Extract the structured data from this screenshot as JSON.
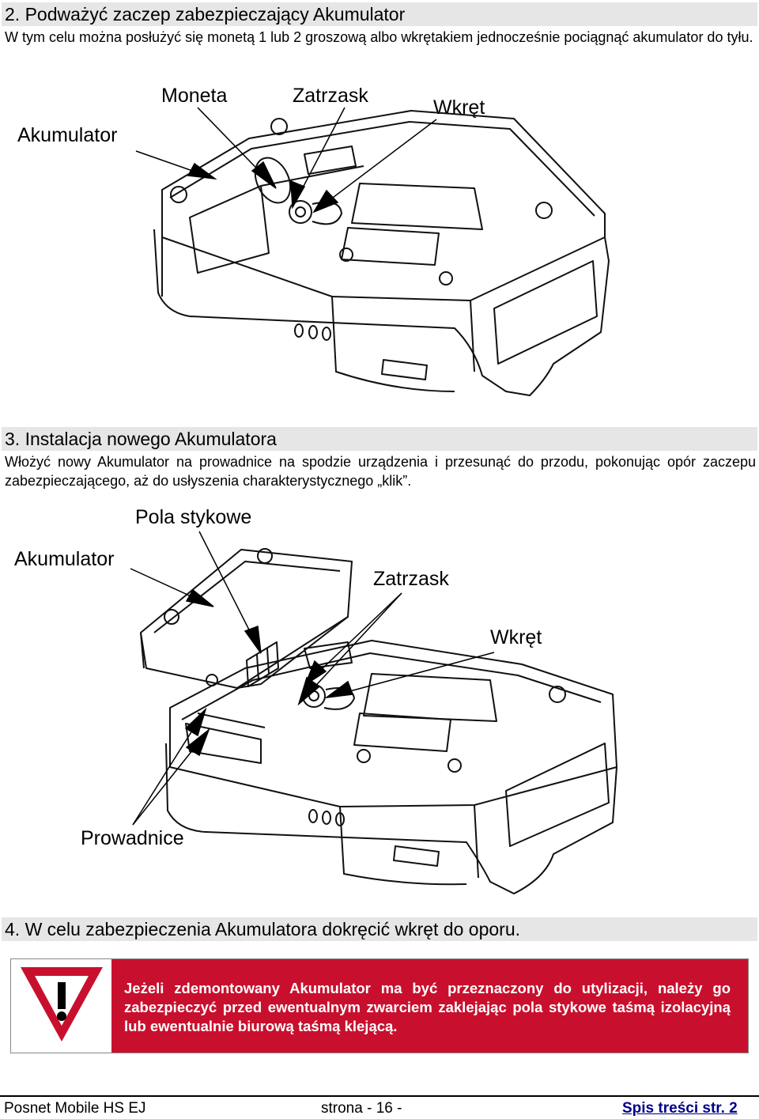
{
  "sections": [
    {
      "heading": "2. Podważyć zaczep zabezpieczający Akumulator",
      "paragraph": "W tym celu można posłużyć się monetą 1 lub 2 groszową albo wkrętakiem jednocześnie pociągnąć akumulator do tyłu.",
      "figure_labels": {
        "akumulator": "Akumulator",
        "moneta": "Moneta",
        "zatrzask": "Zatrzask",
        "wkret": "Wkręt"
      }
    },
    {
      "heading": "3. Instalacja nowego Akumulatora",
      "paragraph": "Włożyć nowy Akumulator na prowadnice na spodzie urządzenia i przesunąć do przodu, pokonując opór zaczepu zabezpieczającego, aż do usłyszenia charakterystycznego „klik”.",
      "figure_labels": {
        "pola": "Pola stykowe",
        "akumulator": "Akumulator",
        "zatrzask": "Zatrzask",
        "wkret": "Wkręt",
        "prowadnice": "Prowadnice"
      }
    },
    {
      "heading": "4. W celu zabezpieczenia Akumulatora dokręcić wkręt do oporu."
    }
  ],
  "warning": {
    "icon": "warning-triangle-exclamation-icon",
    "text": "Jeżeli zdemontowany Akumulator ma być przeznaczony do utylizacji, należy go zabezpieczyć przed ewentualnym zwarciem zaklejając pola stykowe taśmą izolacyjną lub ewentualnie biurową taśmą klejącą.",
    "color": "#c8102e"
  },
  "footer": {
    "product": "Posnet Mobile HS EJ",
    "page": "strona - 16 -",
    "toc_link": "Spis treści str. 2"
  }
}
